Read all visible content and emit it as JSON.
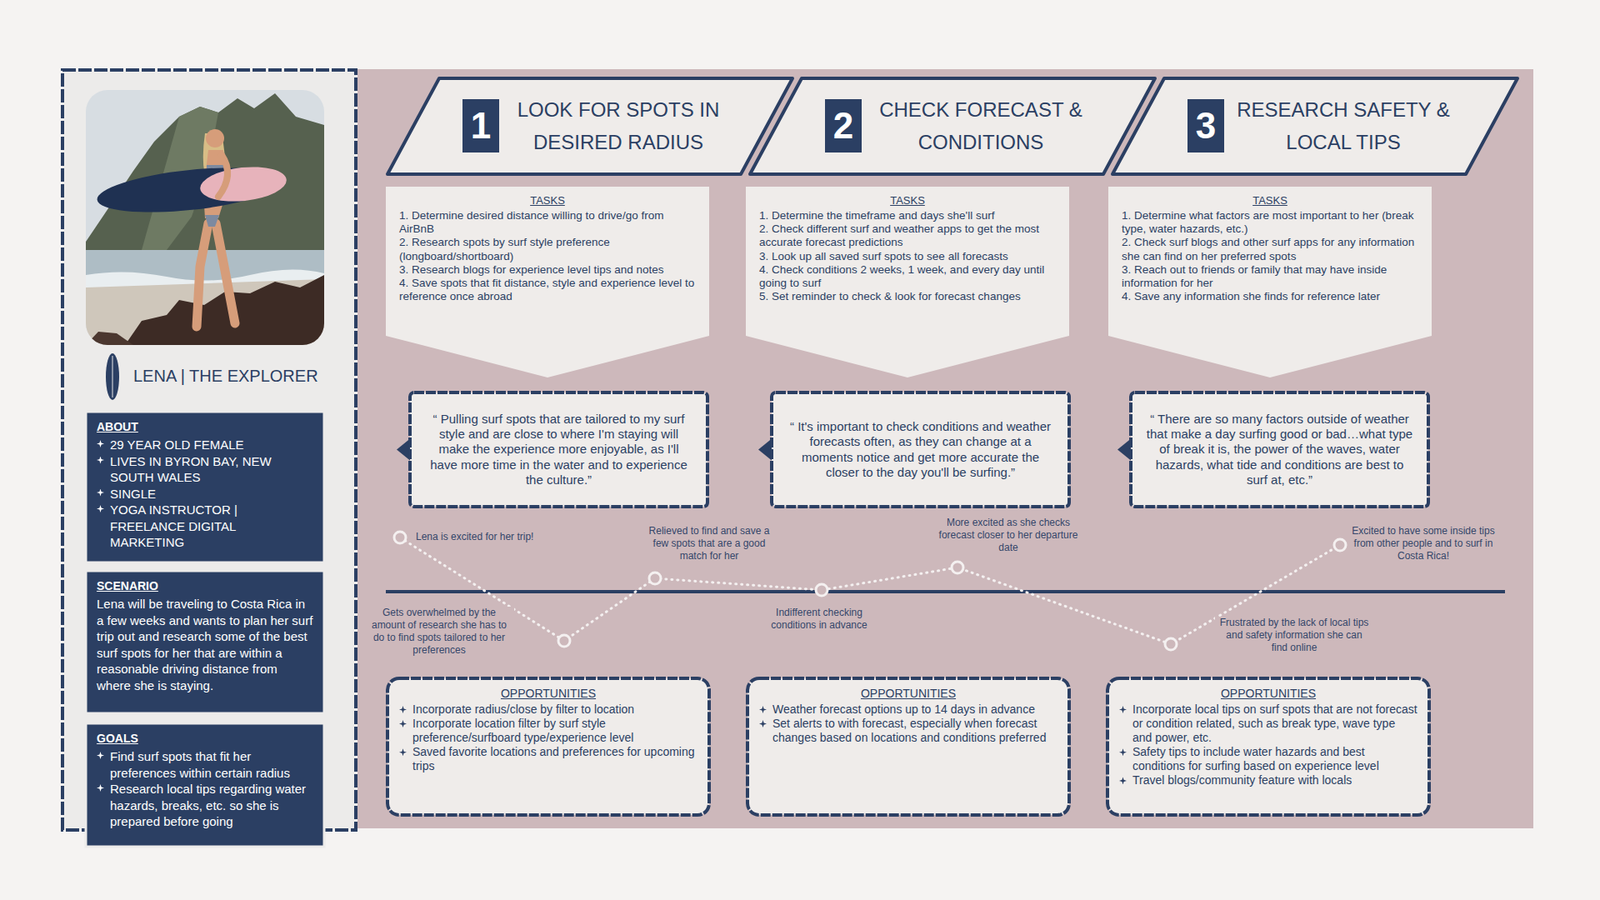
{
  "diagram": {
    "nodes": [
      {
        "text": [
          "LENA | THE EXPLORER"
        ]
      },
      {
        "text": [
          "ABOUT",
          "29 YEAR OLD FEMALE",
          "LIVES IN BYRON BAY, NEW SOUTH WALES",
          "SINGLE",
          "YOGA INSTRUCTOR | FREELANCE DIGITAL MARKETING"
        ],
        "in": 0
      },
      {
        "text": [
          "SCENARIO",
          "Lena will be traveling to Costa Rica in a few weeks and wants to plan her surf trip out and research some of the best surf spots for her that are within a reasonable driving distance from where she is staying."
        ],
        "in": 0
      },
      {
        "text": [
          "GOALS",
          "Find surf spots that fit her preferences within certain radius",
          "Research local tips regarding water hazards, breaks, etc. so she is prepared before going"
        ],
        "in": 0
      },
      {
        "text": [
          "1",
          "LOOK FOR SPOTS IN DESIRED RADIUS"
        ]
      },
      {
        "text": [
          "2",
          "CHECK FORECAST & CONDITIONS"
        ]
      },
      {
        "text": [
          "3",
          "RESEARCH SAFETY & LOCAL TIPS"
        ]
      },
      {
        "text": [
          "TASKS",
          "1. Determine desired distance willing to drive/go from AirBnB",
          "2. Research spots by surf style preference (longboard/shortboard)",
          "3. Research blogs for experience level tips and notes",
          "4. Save spots that fit distance, style and experience level to reference once abroad"
        ]
      },
      {
        "text": [
          "TASKS",
          "1. Determine the timeframe and days she'll surf",
          "2. Check different surf and weather apps to get the most accurate forecast predictions",
          "3. Look up all saved surf spots to see all forecasts",
          "4. Check conditions 2 weeks, 1 week, and every day until going to surf",
          "5. Set reminder to check & look for forecast changes"
        ]
      },
      {
        "text": [
          "TASKS",
          "1. Determine what factors are most important to her (break type, water hazards, etc.)",
          "2. Check surf blogs and other surf apps for any information she can find on her preferred spots",
          "3. Reach out to friends or family that may have inside information for her",
          "4. Save any information she finds for reference later"
        ]
      },
      {
        "text": [
          "“ Pulling surf spots that are tailored to my surf style and are close to where I'm staying will make the experience more enjoyable, as I'll have more time in the water and to experience the culture.”"
        ]
      },
      {
        "text": [
          "“ It's important to check conditions and weather forecasts often, as they can change at a moments notice and get more accurate the closer to the day you'll be surfing.”"
        ]
      },
      {
        "text": [
          "“ There are so many factors outside of weather that make a day surfing good or bad…what type of break it is, the power of the waves, water hazards, what tide and conditions are best to surf at, etc.”"
        ]
      },
      {
        "text": [
          "OPPORTUNITIES",
          "Incorporate radius/close by filter to location",
          "Incorporate location filter by surf style preference/surfboard type/experience level",
          "Saved favorite locations and preferences for upcoming trips"
        ]
      },
      {
        "text": [
          "OPPORTUNITIES",
          "Weather forecast options up to 14 days in advance",
          "Set alerts to with forecast, especially when forecast changes based on locations and conditions preferred"
        ]
      },
      {
        "text": [
          "OPPORTUNITIES",
          "Incorporate local tips on surf spots that are not forecast or condition related, such as break type, wave type and power, etc.",
          "Safety tips to include water hazards and best conditions for surfing based on experience level",
          "Travel blogs/community feature with locals"
        ]
      }
    ],
    "labels": [
      "Lena is excited for her trip!",
      "Gets overwhelmed by the amount of research she has to do to find spots tailored to her preferences",
      "Relieved to find and save a few spots that are a good match for her",
      "Indifferent checking conditions in advance",
      "More excited as she checks forecast closer to her departure date",
      "Frustrated by the lack of local tips and safety information she can find online",
      "Excited to have some inside tips from other people and to surf in Costa Rica!"
    ]
  }
}
